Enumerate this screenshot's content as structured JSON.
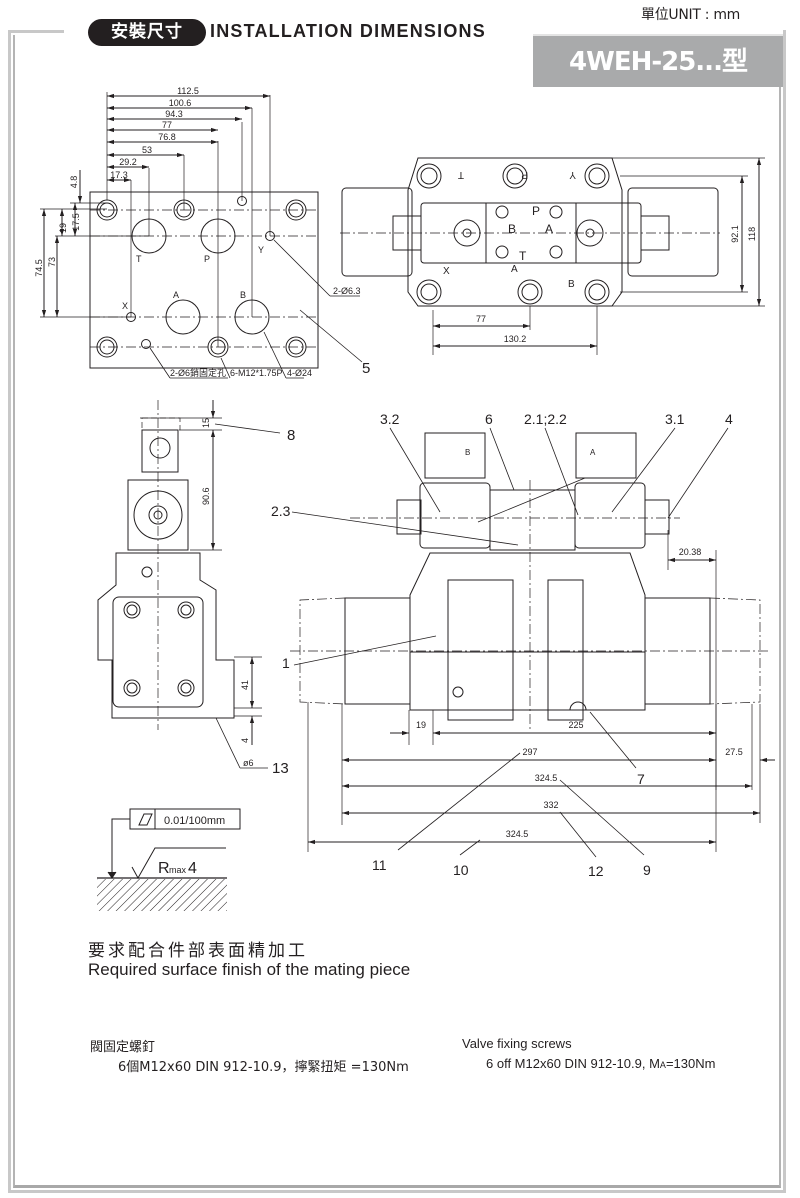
{
  "header": {
    "unit_label": "單位UNIT : mm",
    "title_zh": "安裝尺寸",
    "title_en": "INSTALLATION DIMENSIONS",
    "model": "4WEH-25...型"
  },
  "colors": {
    "ink": "#231f20",
    "model_box_bg": "#a9aaab",
    "frame": "#c8c8c8"
  },
  "mounting_surface_view": {
    "horizontal_dims": [
      "112.5",
      "100.6",
      "94.3",
      "77",
      "76.8",
      "53",
      "29.2",
      "17.3"
    ],
    "vertical_dims": [
      "4.8",
      "19",
      "17.5",
      "74.5",
      "73"
    ],
    "port_labels": [
      "T",
      "P",
      "Y",
      "X",
      "A",
      "B"
    ],
    "callouts": {
      "small_holes": "2-Ø6.3",
      "pin_holes": "2-Ø6銷固定孔",
      "threads": "6-M12*1.75P",
      "ports": "4-Ø24",
      "item": "5"
    }
  },
  "top_view": {
    "port_labels_top": [
      "T",
      "P",
      "Y"
    ],
    "pilot_labels": [
      "P",
      "B",
      "A",
      "T"
    ],
    "port_labels_bottom": [
      "X",
      "A",
      "B"
    ],
    "dims": {
      "d77": "77",
      "d130_2": "130.2",
      "d92_1": "92.1",
      "d118": "118"
    }
  },
  "side_view": {
    "dims": {
      "d15": "15",
      "d90_6": "90.6",
      "d41": "41",
      "d4": "4",
      "d6": "ø6"
    },
    "callouts": {
      "item8": "8",
      "item13": "13"
    }
  },
  "front_view": {
    "callouts": [
      "3.2",
      "6",
      "2.1;2.2",
      "3.1",
      "4",
      "2.3",
      "1",
      "7",
      "11",
      "10",
      "12",
      "9"
    ],
    "solenoid_labels": [
      "B",
      "A"
    ],
    "dims": {
      "d20_38": "20.38",
      "d19": "19",
      "d225": "225",
      "d297": "297",
      "d27_5": "27.5",
      "d324_5a": "324.5",
      "d332": "332",
      "d324_5b": "324.5"
    }
  },
  "surface_finish": {
    "flatness": "0.01/100mm",
    "roughness_r": "R",
    "roughness_sub": "max",
    "roughness_val": "4",
    "note_zh": "要求配合件部表面精加工",
    "note_en": "Required surface finish of the mating piece"
  },
  "screws": {
    "title_zh": "閥固定螺釘",
    "value_zh": "6個M12x60 DIN 912-10.9，擰緊扭矩 =130Nm",
    "title_en": "Valve fixing screws",
    "value_en_prefix": "6 off M12x60 DIN 912-10.9, M",
    "value_en_sub": "A",
    "value_en_suffix": "=130Nm"
  }
}
